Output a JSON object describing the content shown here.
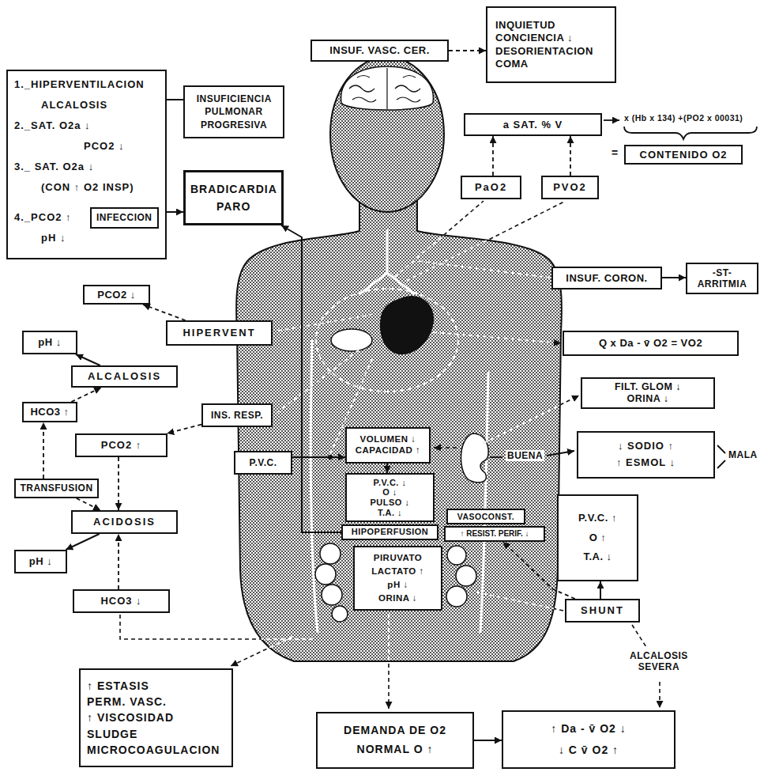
{
  "diagram": {
    "nodes": [
      {
        "text": [
          "INSUF. VASC. CER."
        ]
      },
      {
        "text": [
          "INQUIETUD",
          "CONCIENCIA ↓",
          "DESORIENTACION",
          "COMA"
        ]
      },
      {
        "text": [
          "1._HIPERVENTILACION",
          "ALCALOSIS",
          "2._SAT. O2a ↓",
          "PCO2 ↓",
          "3._ SAT. O2a ↓",
          "(CON ↑ O2 INSP)",
          "4._PCO2 ↑",
          "pH ↓"
        ]
      },
      {
        "text": [
          "INFECCION"
        ],
        "in": 2
      },
      {
        "text": [
          "INSUFICIENCIA PULMONAR PROGRESIVA"
        ]
      },
      {
        "text": [
          "BRADICARDIA PARO"
        ]
      },
      {
        "text": [
          "a SAT. % V"
        ]
      },
      {
        "text": [
          "CONTENIDO O2"
        ]
      },
      {
        "text": [
          "PaO2"
        ]
      },
      {
        "text": [
          "PVO2"
        ]
      },
      {
        "text": [
          "INSUF. CORON."
        ]
      },
      {
        "text": [
          "-ST- ARRITMIA"
        ]
      },
      {
        "text": [
          "PCO2 ↓"
        ]
      },
      {
        "text": [
          "HIPERVENT"
        ]
      },
      {
        "text": [
          "pH ↓"
        ]
      },
      {
        "text": [
          "Q x Da - v̄ O2 = VO2"
        ]
      },
      {
        "text": [
          "ALCALOSIS"
        ]
      },
      {
        "text": [
          "FILT. GLOM ↓",
          "ORINA ↓"
        ]
      },
      {
        "text": [
          "HCO3 ↑"
        ]
      },
      {
        "text": [
          "INS. RESP."
        ]
      },
      {
        "text": [
          "VOLUMEN ↓",
          "CAPACIDAD ↑"
        ]
      },
      {
        "text": [
          "↓ SODIO ↑",
          "↑ ESMOL ↓"
        ]
      },
      {
        "text": [
          "PCO2 ↑"
        ]
      },
      {
        "text": [
          "P.V.C."
        ]
      },
      {
        "text": [
          "P.V.C. ↓",
          "O ↓",
          "PULSO ↓",
          "T.A. ↓"
        ]
      },
      {
        "text": [
          "TRANSFUSION"
        ]
      },
      {
        "text": [
          "P.V.C. ↑",
          "O ↑",
          "T.A. ↓"
        ]
      },
      {
        "text": [
          "VASOCONST."
        ]
      },
      {
        "text": [
          "ACIDOSIS"
        ]
      },
      {
        "text": [
          "HIPOPERFUSION"
        ]
      },
      {
        "text": [
          "↑ RESIST. PERIF. ↓"
        ]
      },
      {
        "text": [
          "PIRUVATO",
          "LACTATO ↑",
          "pH ↓",
          "ORINA ↓"
        ]
      },
      {
        "text": [
          "pH ↓"
        ]
      },
      {
        "text": [
          "HCO3 ↓"
        ]
      },
      {
        "text": [
          "SHUNT"
        ]
      },
      {
        "text": [
          "↑ ESTASIS",
          "PERM. VASC.",
          "↑ VISCOSIDAD",
          "SLUDGE",
          "MICROCOAGULACION"
        ]
      },
      {
        "text": [
          "DEMANDA DE O2",
          "NORMAL O ↑"
        ]
      },
      {
        "text": [
          "↑ Da - v̄ O2 ↓",
          "↓ C v̄ O2 ↑"
        ]
      }
    ],
    "edges": [
      {
        "from": 0,
        "to": 1,
        "arrow": "to"
      },
      {
        "from": 4,
        "to": 2,
        "arrow": "none"
      },
      {
        "from": 2,
        "to": 5,
        "arrow": "to"
      },
      {
        "from": 29,
        "to": 5,
        "arrow": "to"
      },
      {
        "from": 8,
        "to": 6,
        "arrow": "to"
      },
      {
        "from": 9,
        "to": 6,
        "arrow": "to"
      },
      {
        "from": 10,
        "to": 11,
        "arrow": "to"
      },
      {
        "from": 13,
        "to": 12,
        "arrow": "to"
      },
      {
        "from": 16,
        "to": 14,
        "arrow": "to"
      },
      {
        "from": 18,
        "to": 16,
        "arrow": "to"
      },
      {
        "from": 19,
        "to": 22,
        "arrow": "to"
      },
      {
        "from": 22,
        "to": 28,
        "arrow": "to"
      },
      {
        "from": 25,
        "to": 18,
        "arrow": "to"
      },
      {
        "from": 25,
        "to": 28,
        "arrow": "to"
      },
      {
        "from": 28,
        "to": 32,
        "arrow": "to"
      },
      {
        "from": 33,
        "to": 28,
        "arrow": "to"
      },
      {
        "from": 23,
        "to": 20,
        "arrow": "to"
      },
      {
        "from": 20,
        "to": 24,
        "arrow": "to"
      },
      {
        "from": 34,
        "to": 26,
        "arrow": "to"
      },
      {
        "from": 34,
        "to": 30,
        "arrow": "to"
      },
      {
        "from": 36,
        "to": 37,
        "arrow": "to"
      }
    ],
    "labels": [
      "x (Hb x 134) +(PO2 x 00031)",
      "=",
      "BUENA",
      "MALA",
      "ALCALOSIS SEVERA"
    ]
  }
}
